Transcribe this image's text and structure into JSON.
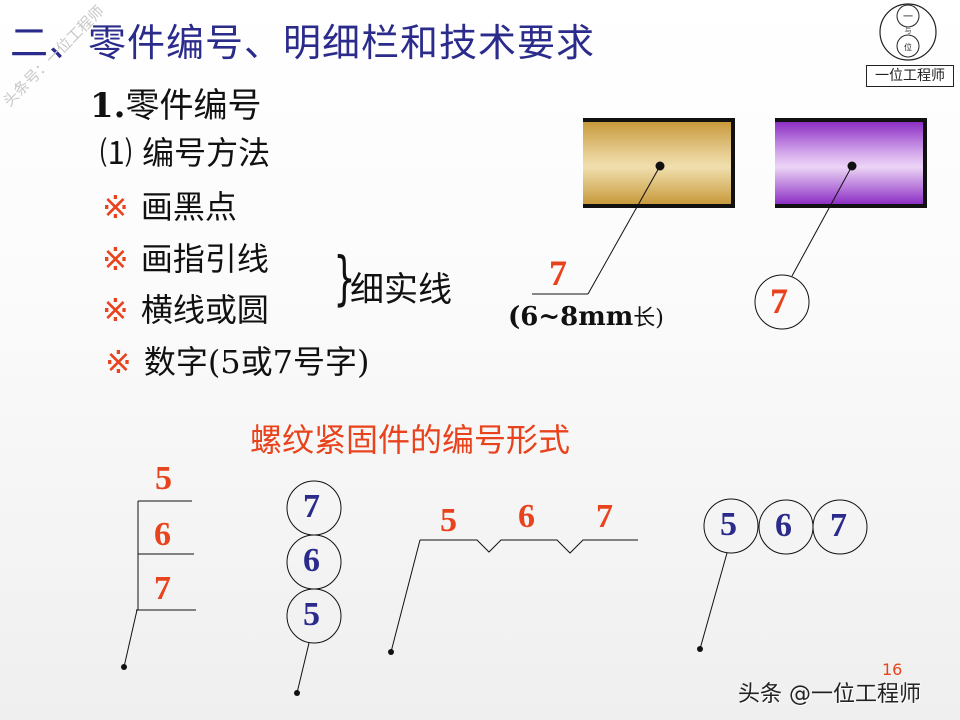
{
  "slide": {
    "title": "二、零件编号、明细栏和技术要求",
    "page_number": "16",
    "watermark_diagonal": "头条号：一位工程师",
    "footer_watermark": "头条 @一位工程师",
    "logo": {
      "top_char": "一",
      "middle_char": "与",
      "bottom_char": "位",
      "label": "一位工程师"
    }
  },
  "section": {
    "heading_num": "1.",
    "heading_text": "零件编号",
    "sub_heading": "⑴ 编号方法",
    "bullet_mark": "※",
    "bullets": [
      "画黑点",
      "画指引线",
      "横线或圆",
      "数字(5或7号字)"
    ],
    "brace_note": "细实线"
  },
  "examples": {
    "underline_number": "7",
    "underline_note": "(6~8mm",
    "underline_note_cn": "长)",
    "circle_number": "7"
  },
  "fastener_section": {
    "subtitle": "螺纹紧固件的编号形式",
    "stack_horizontal_lines": [
      "5",
      "6",
      "7"
    ],
    "stack_circles": [
      "7",
      "6",
      "5"
    ],
    "row_horizontal_line": [
      "5",
      "6",
      "7"
    ],
    "row_circles": [
      "5",
      "6",
      "7"
    ]
  },
  "colors": {
    "title_blue": "#2b2b8c",
    "accent_red": "#e8431c",
    "gold_rod": "#c89a3c",
    "purple_rod": "#8c2fc4"
  }
}
